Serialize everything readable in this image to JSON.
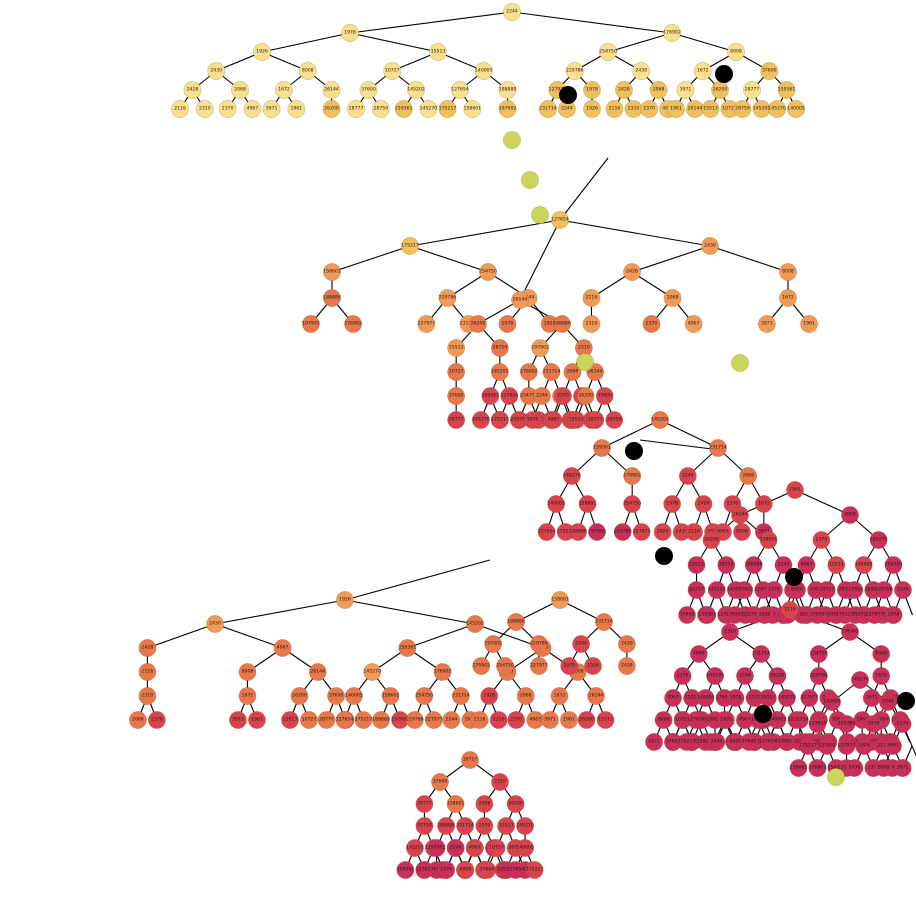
{
  "colors": {
    "background": "#ffffff",
    "edge": "#000000",
    "scale": [
      "#fbe08c",
      "#f1c05a",
      "#f29a55",
      "#e9774a",
      "#d9434d",
      "#c92f5a"
    ],
    "accent_green": "#c9d65a",
    "marker": "#000000"
  },
  "labels": {
    "root": "2244",
    "level1": [
      "1978",
      "1926"
    ],
    "level2": [
      "2430",
      "2428",
      "2116",
      "2310"
    ],
    "level3": [
      "2068",
      "2370",
      "4967",
      "8008",
      "1672",
      "3971",
      "1961"
    ],
    "branch_a": [
      "26144",
      "26200",
      "15513",
      "10727",
      "37600",
      "28777",
      "28759"
    ],
    "branch_b": [
      "145202",
      "159361",
      "145270",
      "140005",
      "127654"
    ],
    "branch_c": [
      "175217",
      "158601",
      "188888",
      "197902",
      "176902"
    ],
    "branch_d": [
      "254750",
      "229786",
      "227977",
      "231714"
    ]
  }
}
